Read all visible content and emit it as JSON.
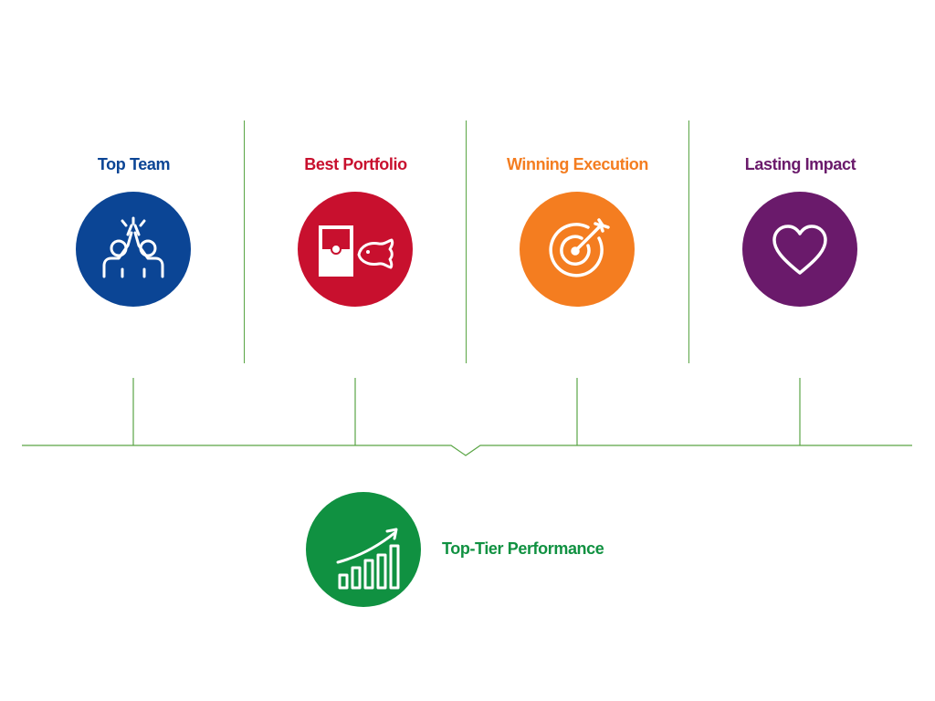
{
  "pillars": [
    {
      "title": "Top Team",
      "color": "#0b4595",
      "icon": "high-five-icon"
    },
    {
      "title": "Best Portfolio",
      "color": "#c8102e",
      "icon": "pet-food-products-icon"
    },
    {
      "title": "Winning Execution",
      "color": "#f47d20",
      "icon": "target-arrow-icon"
    },
    {
      "title": "Lasting Impact",
      "color": "#6a1a6b",
      "icon": "heart-icon"
    }
  ],
  "result": {
    "title": "Top-Tier Performance",
    "color": "#109141",
    "icon": "growth-chart-icon"
  },
  "line_color": "#5aa545"
}
